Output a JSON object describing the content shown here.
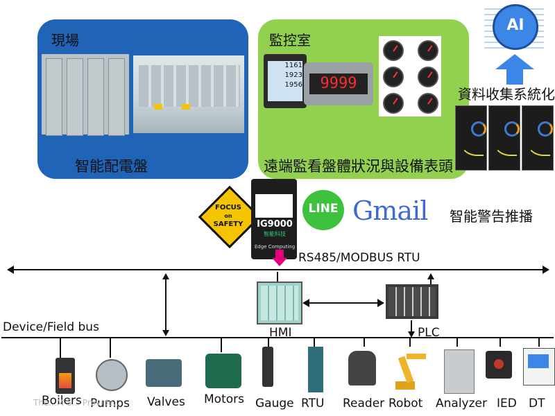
{
  "field_panel": {
    "title": "現場",
    "caption": "智能配電盤"
  },
  "control_panel": {
    "title": "監控室",
    "caption": "遠端監看盤體狀況與設備表頭"
  },
  "ai": {
    "badge": "AI",
    "label": "資料收集系統化"
  },
  "meter": {
    "top_text": "1161\n1923\n1956",
    "display": "9999"
  },
  "gateway": {
    "model": "IG9000",
    "maker": "智能科技",
    "subtitle": "Edge Computing"
  },
  "focus_sign": {
    "line1": "FOCUS",
    "line2": "on",
    "line3": "SAFETY"
  },
  "notify": {
    "line_app": "LINE",
    "gmail": "Gmail",
    "label": "智能警告推播"
  },
  "bus": {
    "rs485": "RS485/MODBUS RTU",
    "field": "Device/Field bus",
    "hmi": "HMI",
    "plc": "PLC"
  },
  "devices": [
    {
      "name": "Boilers"
    },
    {
      "name": "Pumps"
    },
    {
      "name": "Valves"
    },
    {
      "name": "Motors"
    },
    {
      "name": "Gauge"
    },
    {
      "name": "RTU"
    },
    {
      "name": "Reader"
    },
    {
      "name": "Robot"
    },
    {
      "name": "Analyzer"
    },
    {
      "name": "IED"
    },
    {
      "name": "DT"
    }
  ],
  "watermark": "The...M S... Provide...",
  "colors": {
    "field_bg": "#1f64b7",
    "control_bg": "#92d050",
    "ai_blue": "#3b86e6",
    "arrow_pink": "#e6007e"
  }
}
